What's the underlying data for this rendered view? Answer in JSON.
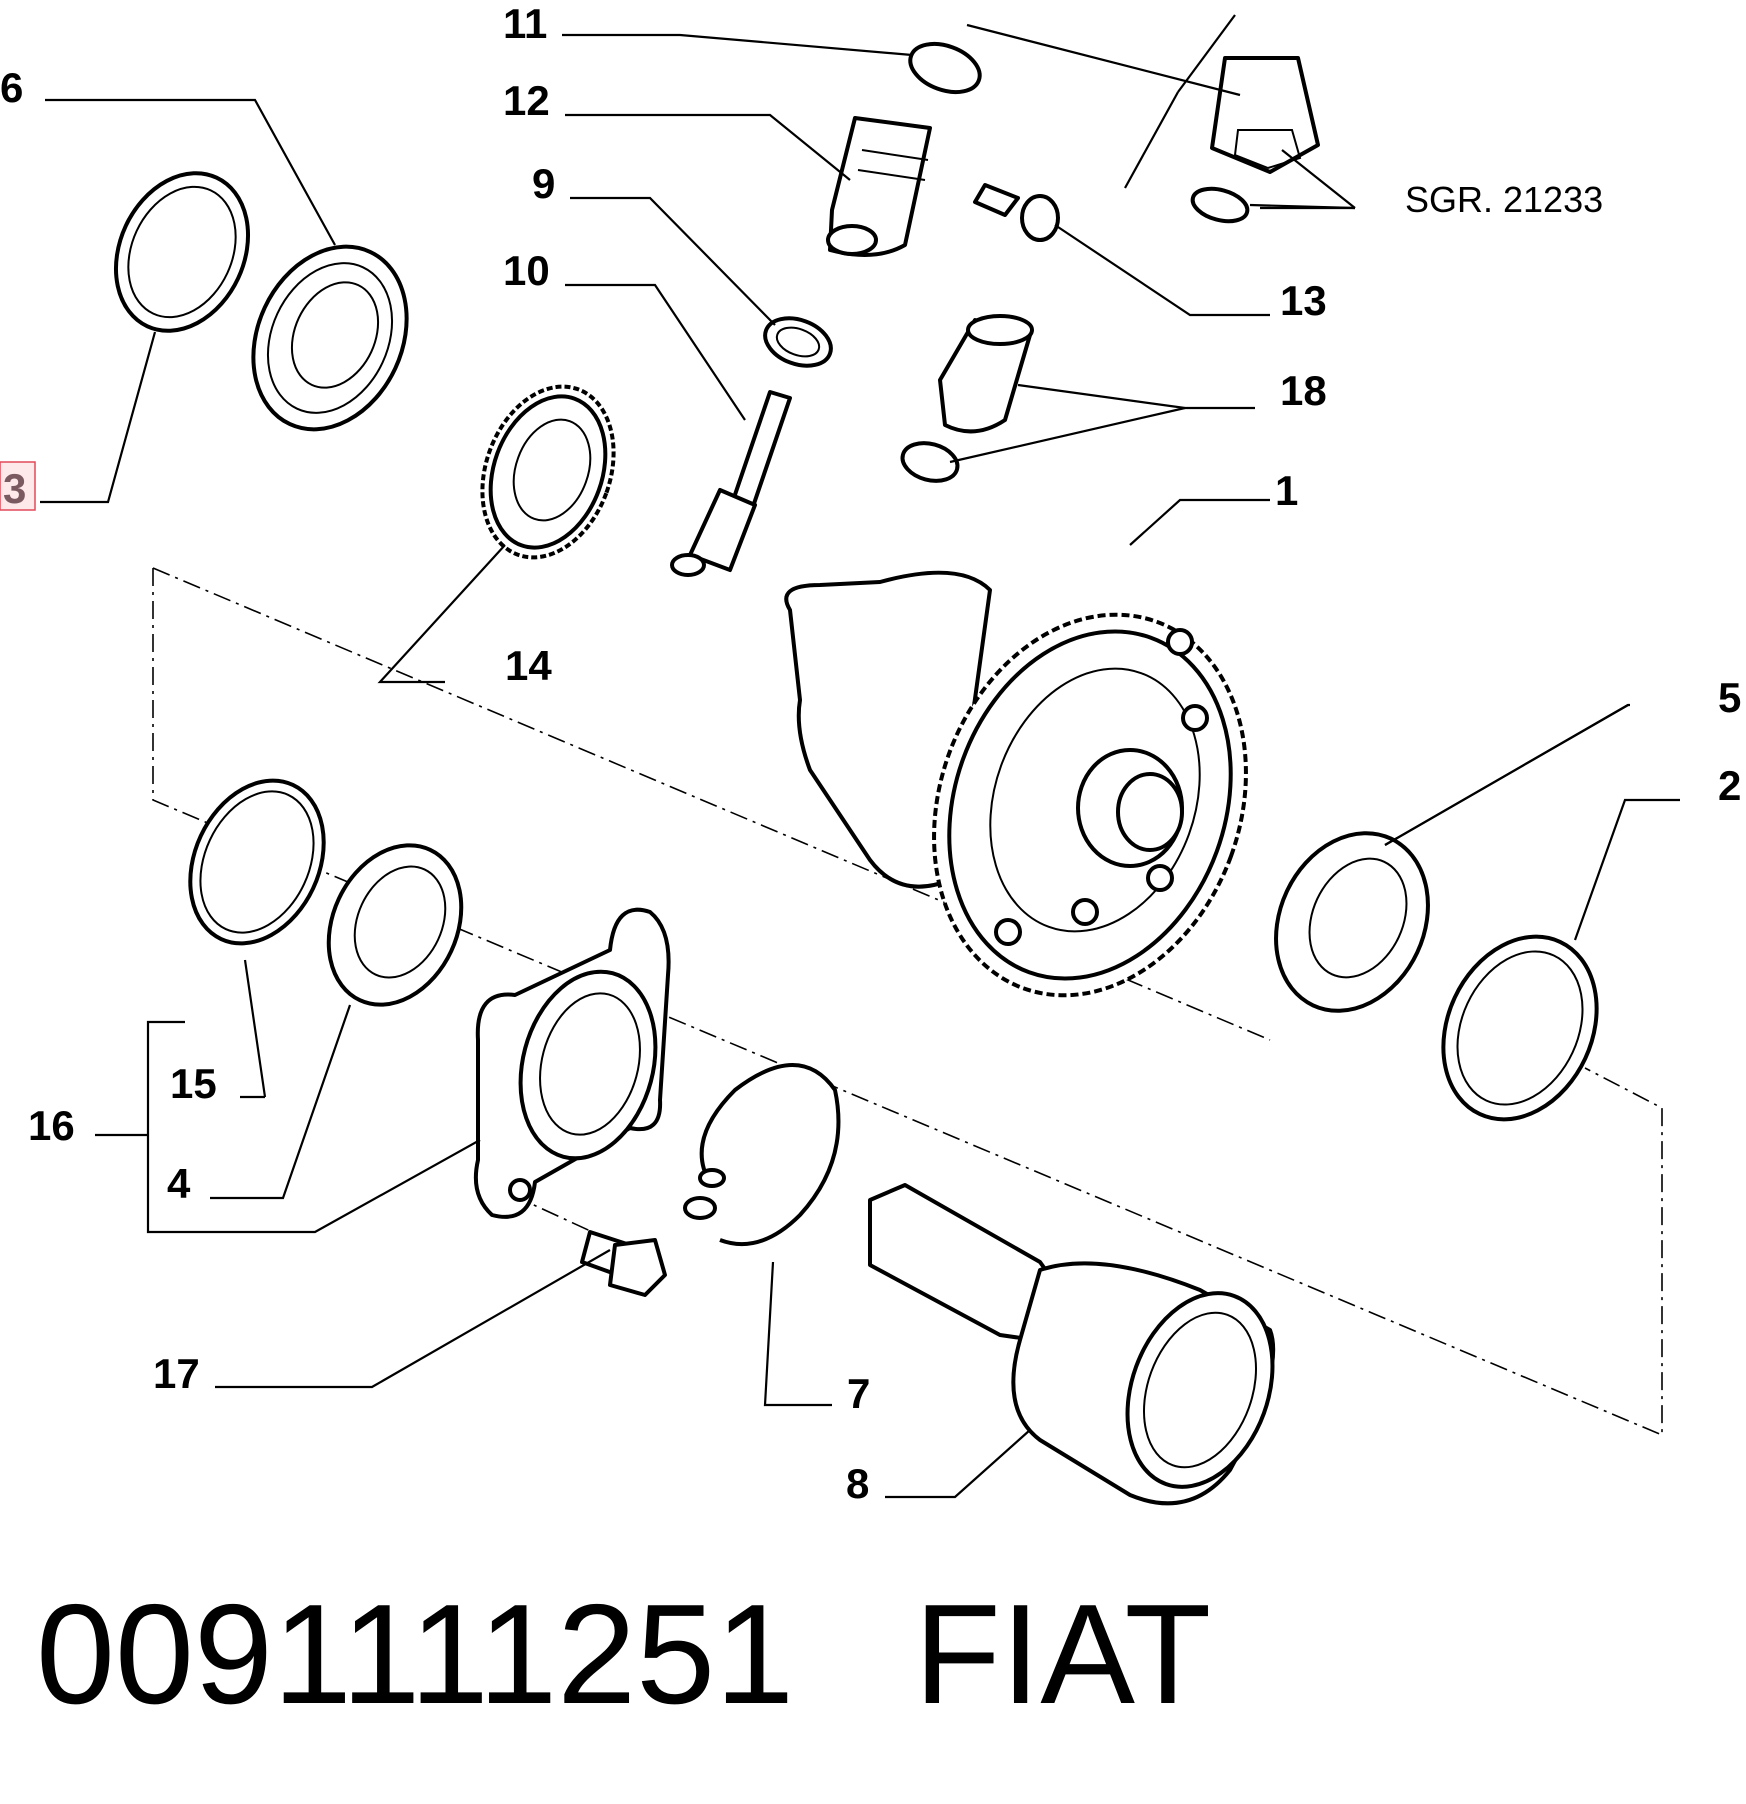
{
  "callouts": {
    "c1": "1",
    "c2": "2",
    "c3": "3",
    "c4": "4",
    "c5": "5",
    "c6": "6",
    "c7": "7",
    "c8": "8",
    "c9": "9",
    "c10": "10",
    "c11": "11",
    "c12": "12",
    "c13": "13",
    "c14": "14",
    "c15": "15",
    "c16": "16",
    "c17": "17",
    "c18": "18"
  },
  "reference": "SGR. 21233",
  "footer": {
    "part_number": "0091111251",
    "brand": "FIAT"
  },
  "highlight_color": "#e04a5a"
}
